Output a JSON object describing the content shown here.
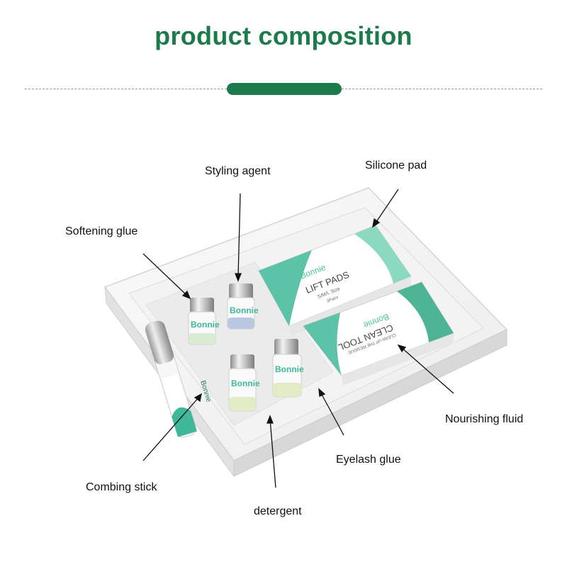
{
  "header": {
    "title": "product composition"
  },
  "colors": {
    "accent": "#1d7a4a",
    "teal": "#3fb89a",
    "label_text": "#111111"
  },
  "labels": {
    "styling_agent": "Styling agent",
    "silicone_pad": "Silicone pad",
    "softening_glue": "Softening glue",
    "nourishing_fluid": "Nourishing fluid",
    "eyelash_glue": "Eyelash glue",
    "combing_stick": "Combing stick",
    "detergent": "detergent"
  },
  "product": {
    "brand": "Bonnie",
    "lift_pads": {
      "name": "LIFT PADS",
      "sizes": "S/M/L Size",
      "count": "3Pairs"
    },
    "clean_tool": {
      "name": "CLEAN TOOL",
      "tagline": "CLEAN UP THE RESIDUE"
    }
  }
}
